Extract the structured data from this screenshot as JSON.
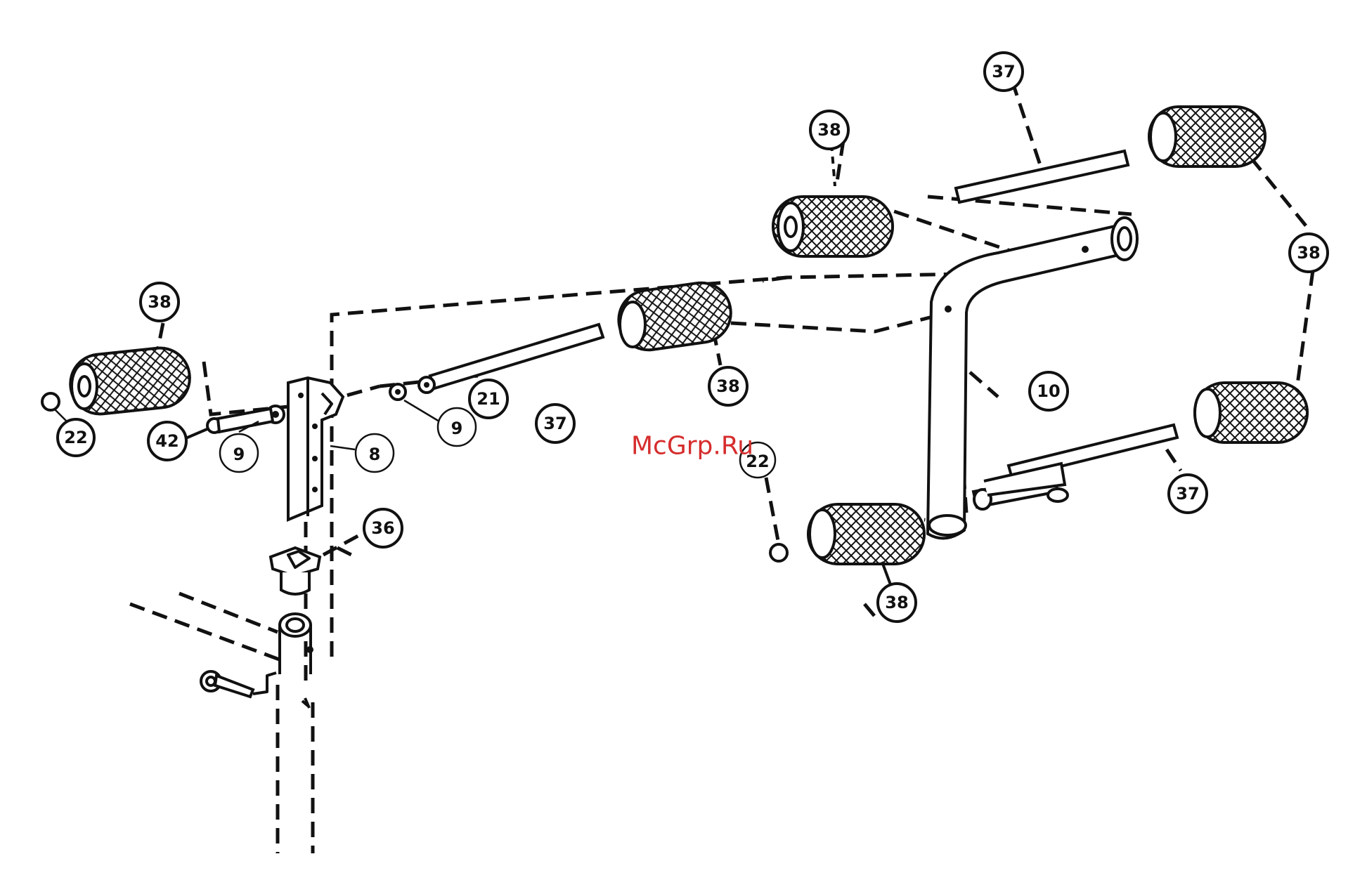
{
  "watermark": "McGrp.Ru",
  "callouts": [
    {
      "id": "c38-a",
      "label": "38"
    },
    {
      "id": "c38-b",
      "label": "38"
    },
    {
      "id": "c37-a",
      "label": "37"
    },
    {
      "id": "c38-c",
      "label": "38"
    },
    {
      "id": "c38-d",
      "label": "38"
    },
    {
      "id": "c10",
      "label": "10"
    },
    {
      "id": "c21",
      "label": "21"
    },
    {
      "id": "c37-b",
      "label": "37"
    },
    {
      "id": "c9-a",
      "label": "9"
    },
    {
      "id": "c22-a",
      "label": "22"
    },
    {
      "id": "c42",
      "label": "42"
    },
    {
      "id": "c9-b",
      "label": "9"
    },
    {
      "id": "c8",
      "label": "8"
    },
    {
      "id": "c22-b",
      "label": "22"
    },
    {
      "id": "c37-c",
      "label": "37"
    },
    {
      "id": "c36",
      "label": "36"
    },
    {
      "id": "c38-e",
      "label": "38"
    }
  ]
}
